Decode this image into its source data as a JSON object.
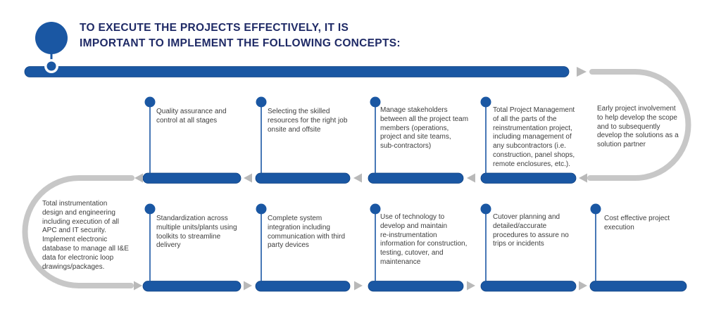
{
  "title": "TO EXECUTE THE PROJECTS EFFECTIVELY, IT IS\nIMPORTANT TO IMPLEMENT THE FOLLOWING CONCEPTS:",
  "colors": {
    "blue": "#1a57a3",
    "blue_edge": "#0f4283",
    "navy": "#1f2a66",
    "gray_line": "#c7c7c7",
    "gray_arrow": "#b9b9b9",
    "text_color": "#3d3d3d"
  },
  "concepts": {
    "top_row": [
      {
        "label": "Quality assurance and\ncontrol at all stages"
      },
      {
        "label": "Selecting the skilled\nresources for the right job\nonsite and offsite"
      },
      {
        "label": "Manage stakeholders\nbetween all the project team\nmembers (operations,\nproject and site teams,\nsub-contractors)"
      },
      {
        "label": "Total Project Management\nof all the parts of the\nreinstrumentation project,\nincluding management of\nany subcontractors (i.e.\nconstruction, panel shops,\nremote enclosures, etc.)."
      }
    ],
    "right_note": {
      "label": "Early project involvement\nto help develop the scope\nand to subsequently\ndevelop the solutions as a\nsolution partner"
    },
    "left_note": {
      "label": "Total instrumentation\ndesign and engineering\nincluding execution of all\nAPC and IT security.\nImplement electronic\ndatabase to manage all I&E\ndata for electronic loop\ndrawings/packages."
    },
    "bottom_row": [
      {
        "label": "Standardization across\nmultiple units/plants using\ntoolkits to streamline\ndelivery"
      },
      {
        "label": "Complete system\nintegration including\ncommunication with third\nparty devices"
      },
      {
        "label": "Use of technology to\ndevelop and maintain\nre-instrumentation\ninformation for construction,\ntesting, cutover, and\nmaintenance"
      },
      {
        "label": "Cutover planning and\ndetailed/accurate\nprocedures to assure no\ntrips or incidents"
      },
      {
        "label": "Cost effective project\nexecution"
      }
    ]
  }
}
